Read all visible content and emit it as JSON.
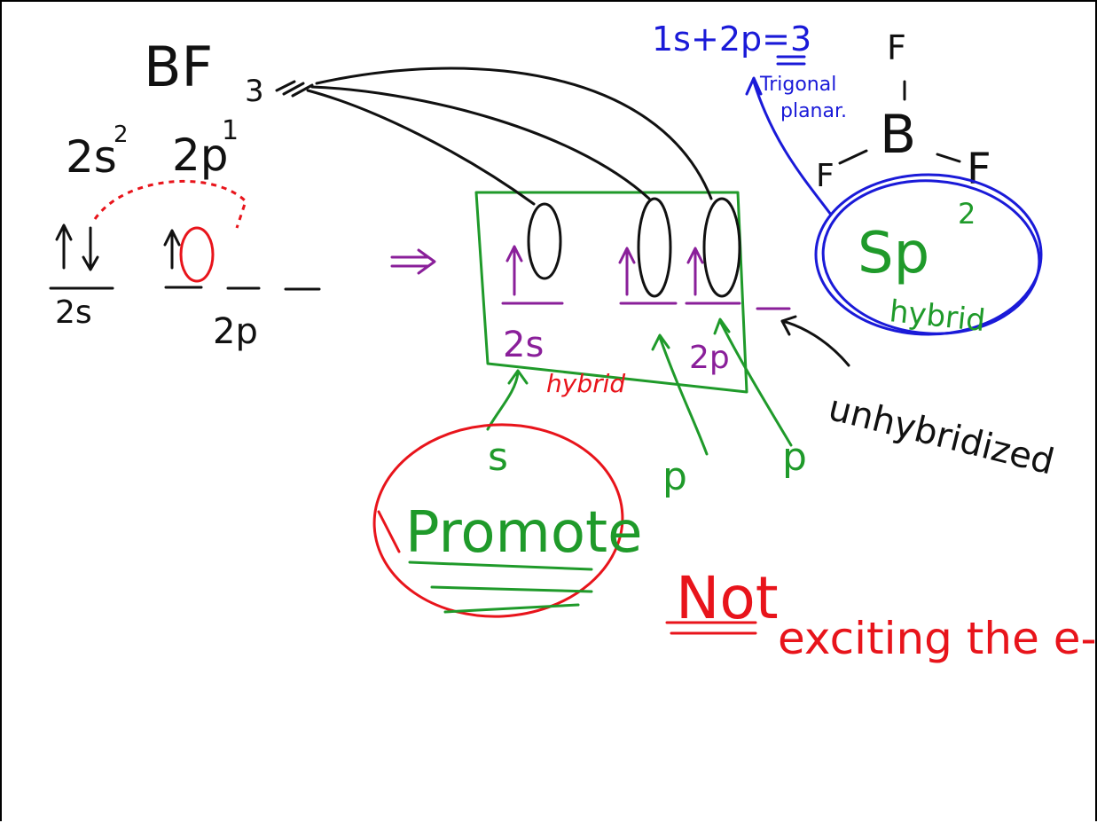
{
  "notes": {
    "molecule": "BF",
    "molecule_subscript": "3",
    "config_2s": "2s",
    "config_2s_sup": "2",
    "config_2p": "2p",
    "config_2p_sup": "1",
    "label_2s_left": "2s",
    "label_2p_left": "2p",
    "box_label_2s": "2s",
    "box_label_2p": "2p",
    "hybrid_red": "hybrid",
    "promote_word": "Promote",
    "s_label": "s",
    "p_label_1": "p",
    "p_label_2": "p",
    "not_word": "Not",
    "exciting_text": "exciting the e-",
    "unhybridized": "unhybridized",
    "sp": "Sp",
    "sp_sup": "2",
    "hybrid_green": "hybrid",
    "blue_formula": "1s+2p=3",
    "trigonal": "Trigonal",
    "planar": "planar.",
    "atom_f_top": "F",
    "atom_b": "B",
    "atom_f_left": "F",
    "atom_f_right": "F"
  },
  "ink_colors": {
    "black": "#111111",
    "red": "#e8141b",
    "green": "#1f9a2a",
    "purple": "#8a1f9a",
    "blue": "#1a1ad8"
  }
}
